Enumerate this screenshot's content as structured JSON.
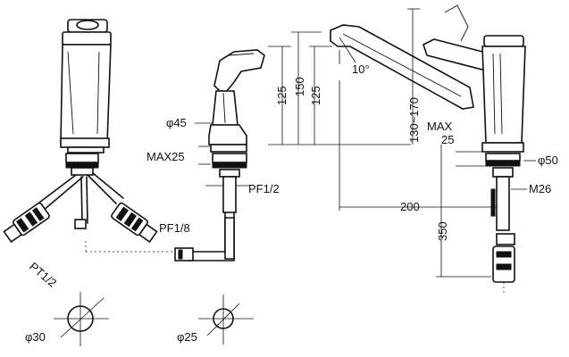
{
  "labels": {
    "pt_half": "PT1/2",
    "phi30": "φ30",
    "phi45": "φ45",
    "max25_left": "MAX25",
    "pf_half": "PF1/2",
    "pf_eighth": "PF1/8",
    "phi25": "φ25",
    "dim125_a": "125",
    "dim150": "150",
    "dim125_b": "125",
    "deg10": "10°",
    "dim130_170": "130~170",
    "max_right": "MAX",
    "val25_right": "25",
    "phi50": "φ50",
    "m26": "M26",
    "dim200": "200",
    "dim350": "350"
  }
}
